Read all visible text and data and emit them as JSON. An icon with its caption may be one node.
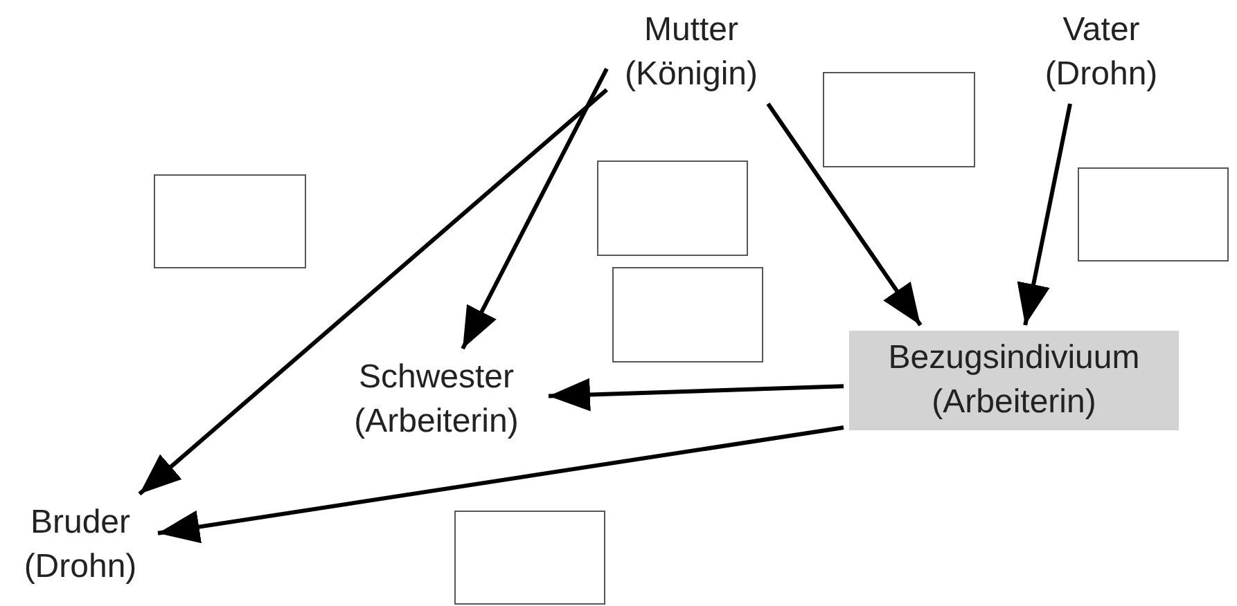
{
  "diagram": {
    "nodes": [
      {
        "text": [
          "Mutter (Königin)"
        ]
      },
      {
        "text": [
          "Vater (Drohn)"
        ]
      },
      {
        "text": [],
        "shape": "box"
      },
      {
        "text": [],
        "shape": "box"
      },
      {
        "text": [],
        "shape": "box"
      },
      {
        "text": [],
        "shape": "box"
      },
      {
        "text": [],
        "shape": "box"
      },
      {
        "text": [
          "Bezugsindiviuum (Arbeiterin)"
        ]
      },
      {
        "text": [
          "Schwester (Arbeiterin)"
        ]
      },
      {
        "text": [
          "Bruder (Drohn)"
        ]
      },
      {
        "text": [],
        "shape": "box"
      }
    ],
    "edges": [
      {
        "from": 0,
        "to": 9,
        "arrow": "to"
      },
      {
        "from": 0,
        "to": 8,
        "arrow": "to"
      },
      {
        "from": 0,
        "to": 7,
        "arrow": "to"
      },
      {
        "from": 1,
        "to": 7,
        "arrow": "to"
      },
      {
        "from": 7,
        "to": 8,
        "arrow": "to"
      },
      {
        "from": 7,
        "to": 9,
        "arrow": "to"
      }
    ]
  }
}
